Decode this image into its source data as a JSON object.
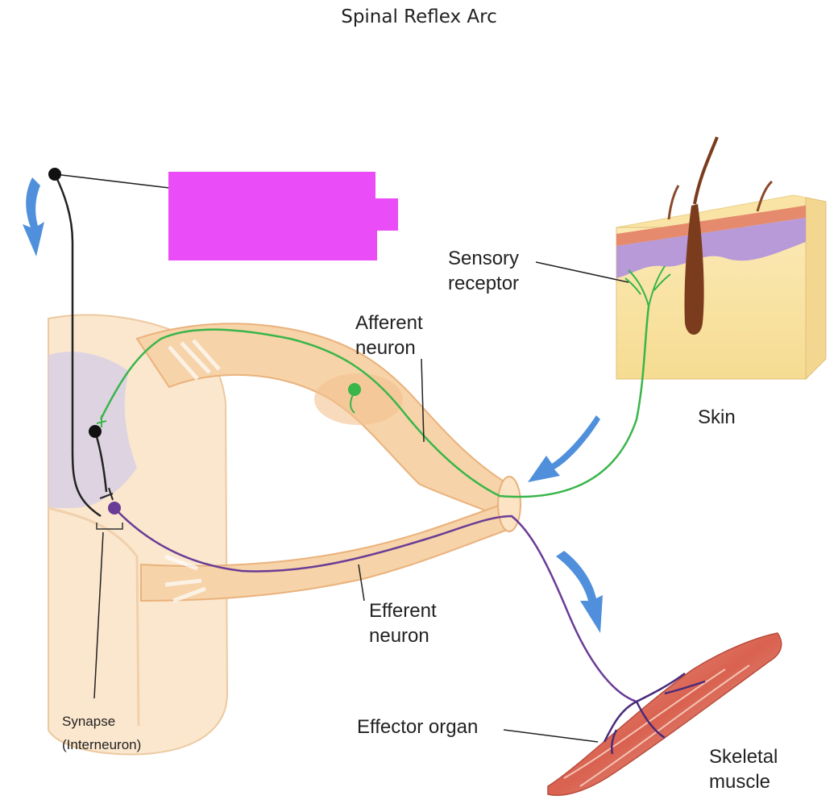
{
  "diagram": {
    "title": "Spinal Reflex Arc",
    "labels": {
      "sensory_receptor": [
        "Sensory",
        "receptor"
      ],
      "afferent_neuron": [
        "Afferent",
        "neuron"
      ],
      "skin": "Skin",
      "efferent_neuron": [
        "Efferent",
        "neuron"
      ],
      "effector_organ": "Effector organ",
      "skeletal_muscle": [
        "Skeletal",
        "muscle"
      ],
      "synapse": [
        "Synapse",
        "(Interneuron)"
      ]
    },
    "colors": {
      "afferent": "#39b54a",
      "efferent": "#6a3c96",
      "nerve_tissue": "#f6d3a8",
      "skin": "#f9e4a6",
      "arrow": "#4f8fdc",
      "redaction": "#ea4df7",
      "muscle": "#d9614f"
    }
  }
}
